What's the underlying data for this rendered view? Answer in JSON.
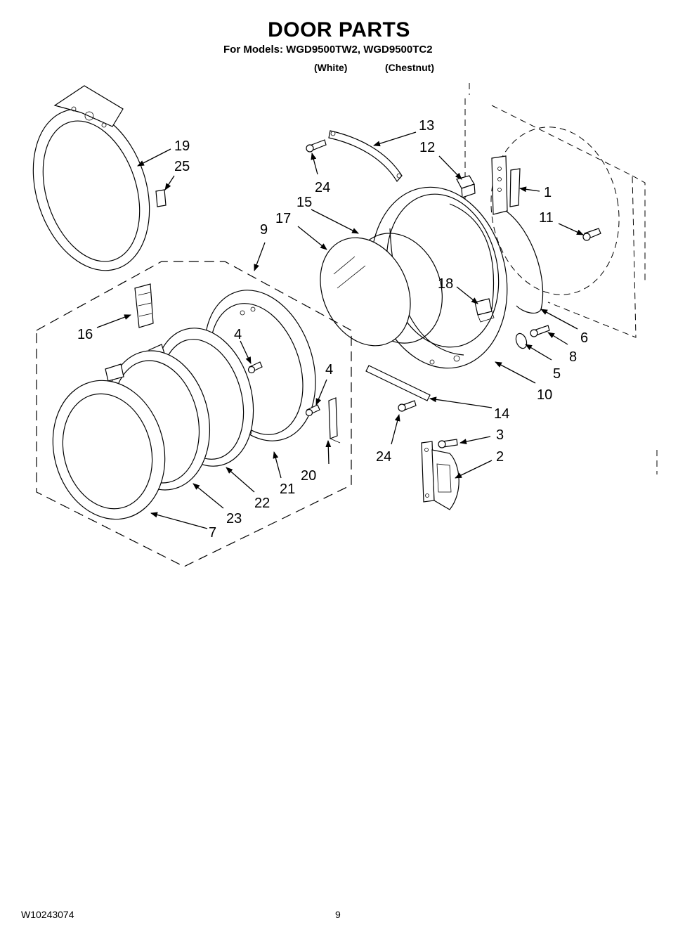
{
  "header": {
    "title": "DOOR PARTS",
    "models_line": "For Models: WGD9500TW2, WGD9500TC2",
    "variant_white": "(White)",
    "variant_chestnut": "(Chestnut)"
  },
  "footer": {
    "document_number": "W10243074",
    "page_number": "9"
  },
  "callouts": {
    "c1": "1",
    "c2": "2",
    "c3": "3",
    "c4a": "4",
    "c4b": "4",
    "c5": "5",
    "c6": "6",
    "c7": "7",
    "c8": "8",
    "c9": "9",
    "c10": "10",
    "c11": "11",
    "c12": "12",
    "c13": "13",
    "c14": "14",
    "c15": "15",
    "c16": "16",
    "c17": "17",
    "c18": "18",
    "c19": "19",
    "c20": "20",
    "c21": "21",
    "c22": "22",
    "c23": "23",
    "c24a": "24",
    "c24b": "24",
    "c25": "25"
  }
}
